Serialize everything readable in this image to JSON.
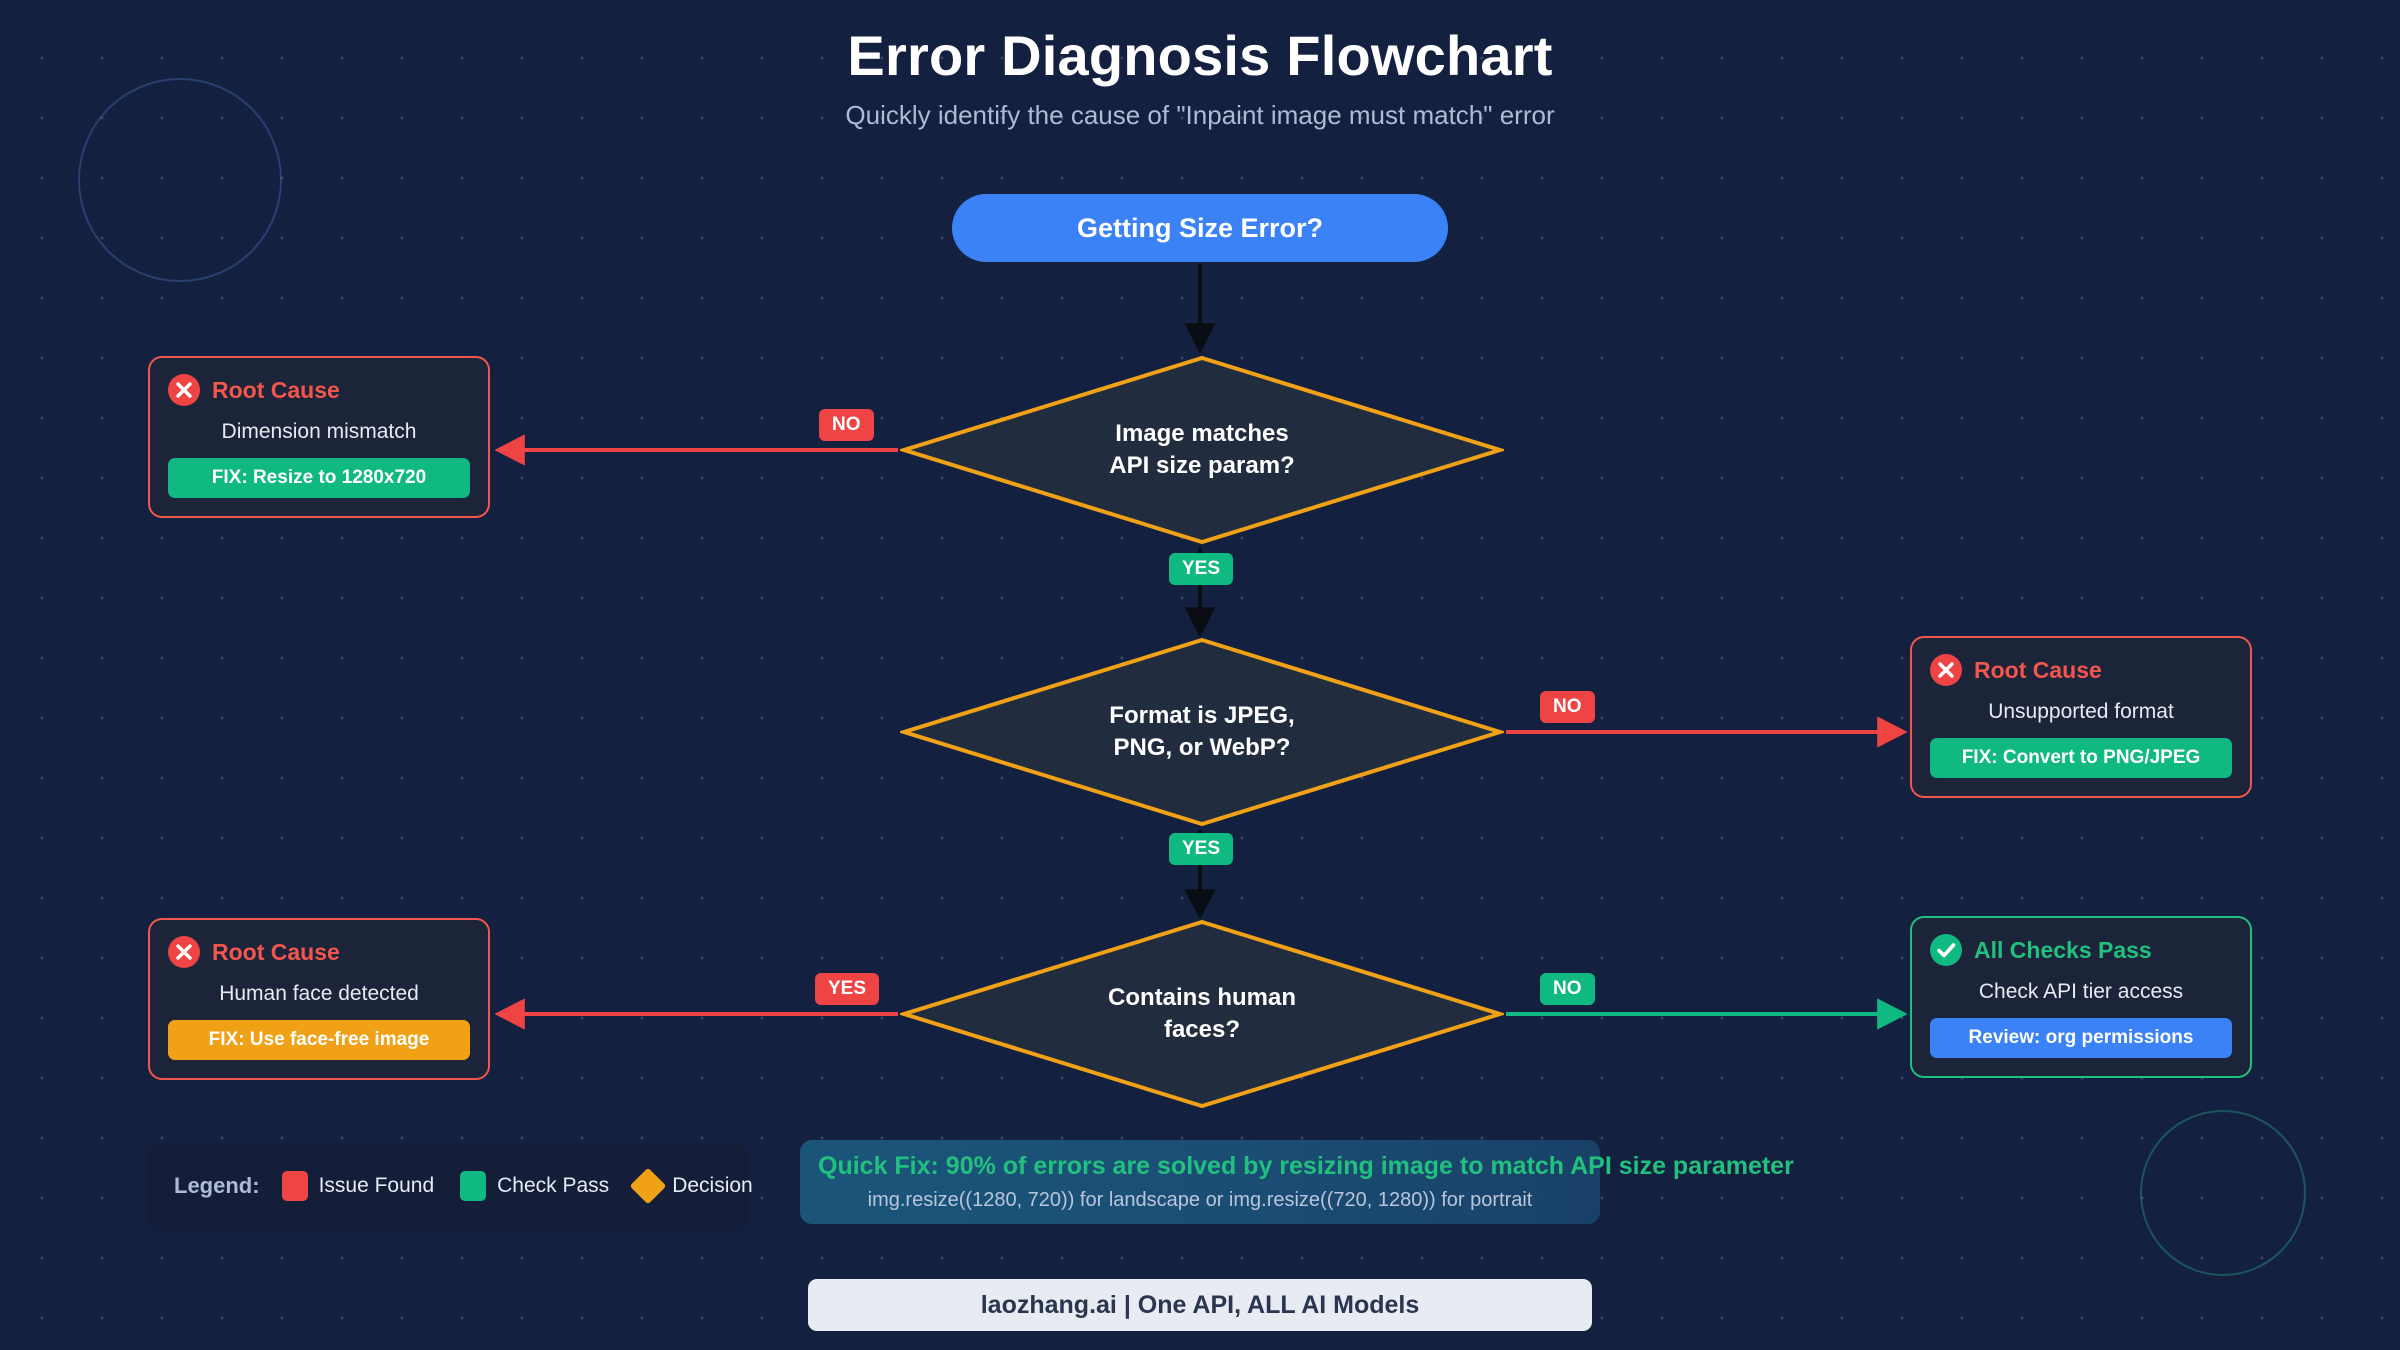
{
  "header": {
    "title": "Error Diagnosis Flowchart",
    "subtitle": "Quickly identify the cause of \"Inpaint image must match\" error"
  },
  "start_node": {
    "label": "Getting Size Error?"
  },
  "decisions": [
    {
      "line1": "Image matches",
      "line2": "API size param?"
    },
    {
      "line1": "Format is JPEG,",
      "line2": "PNG, or WebP?"
    },
    {
      "line1": "Contains human",
      "line2": "faces?"
    }
  ],
  "edges": [
    {
      "label": "NO",
      "color": "#ef4444",
      "direction": "left",
      "row": 1
    },
    {
      "label": "YES",
      "color": "#10b981",
      "direction": "down",
      "row": 1
    },
    {
      "label": "NO",
      "color": "#ef4444",
      "direction": "right",
      "row": 2
    },
    {
      "label": "YES",
      "color": "#10b981",
      "direction": "down",
      "row": 2
    },
    {
      "label": "YES",
      "color": "#ef4444",
      "direction": "left",
      "row": 3
    },
    {
      "label": "NO",
      "color": "#10b981",
      "direction": "right",
      "row": 3
    }
  ],
  "cards": [
    {
      "icon": "x-circle-icon",
      "title": "Root Cause",
      "desc": "Dimension mismatch",
      "button": "FIX: Resize to 1280x720",
      "button_color": "#10b981",
      "border_color": "#f2564c"
    },
    {
      "icon": "x-circle-icon",
      "title": "Root Cause",
      "desc": "Unsupported format",
      "button": "FIX: Convert to PNG/JPEG",
      "button_color": "#10b981",
      "border_color": "#f2564c"
    },
    {
      "icon": "x-circle-icon",
      "title": "Root Cause",
      "desc": "Human face detected",
      "button": "FIX: Use face-free image",
      "button_color": "#f0a116",
      "border_color": "#f2564c"
    },
    {
      "icon": "check-circle-icon",
      "title": "All Checks Pass",
      "desc": "Check API tier access",
      "button": "Review: org permissions",
      "button_color": "#3b82f6",
      "border_color": "#22c07e"
    }
  ],
  "legend": {
    "title": "Legend:",
    "items": [
      {
        "swatch": "square-red",
        "label": "Issue Found",
        "color": "#ef4444"
      },
      {
        "swatch": "square-green",
        "label": "Check Pass",
        "color": "#10b981"
      },
      {
        "swatch": "diamond-orange",
        "label": "Decision",
        "color": "#f0a116"
      }
    ]
  },
  "quick_fix": {
    "headline": "Quick Fix: 90% of errors are solved by resizing image to match API size parameter",
    "code": "img.resize((1280, 720)) for landscape or img.resize((720, 1280)) for portrait"
  },
  "footer": {
    "label": "laozhang.ai | One API, ALL AI Models"
  },
  "theme": {
    "decision_fill": "#212d3f",
    "decision_stroke": "#f0a116",
    "start_fill": "#3b82f6",
    "red": "#ef4444",
    "green": "#10b981",
    "amber": "#f0a116",
    "blue": "#3b82f6"
  }
}
